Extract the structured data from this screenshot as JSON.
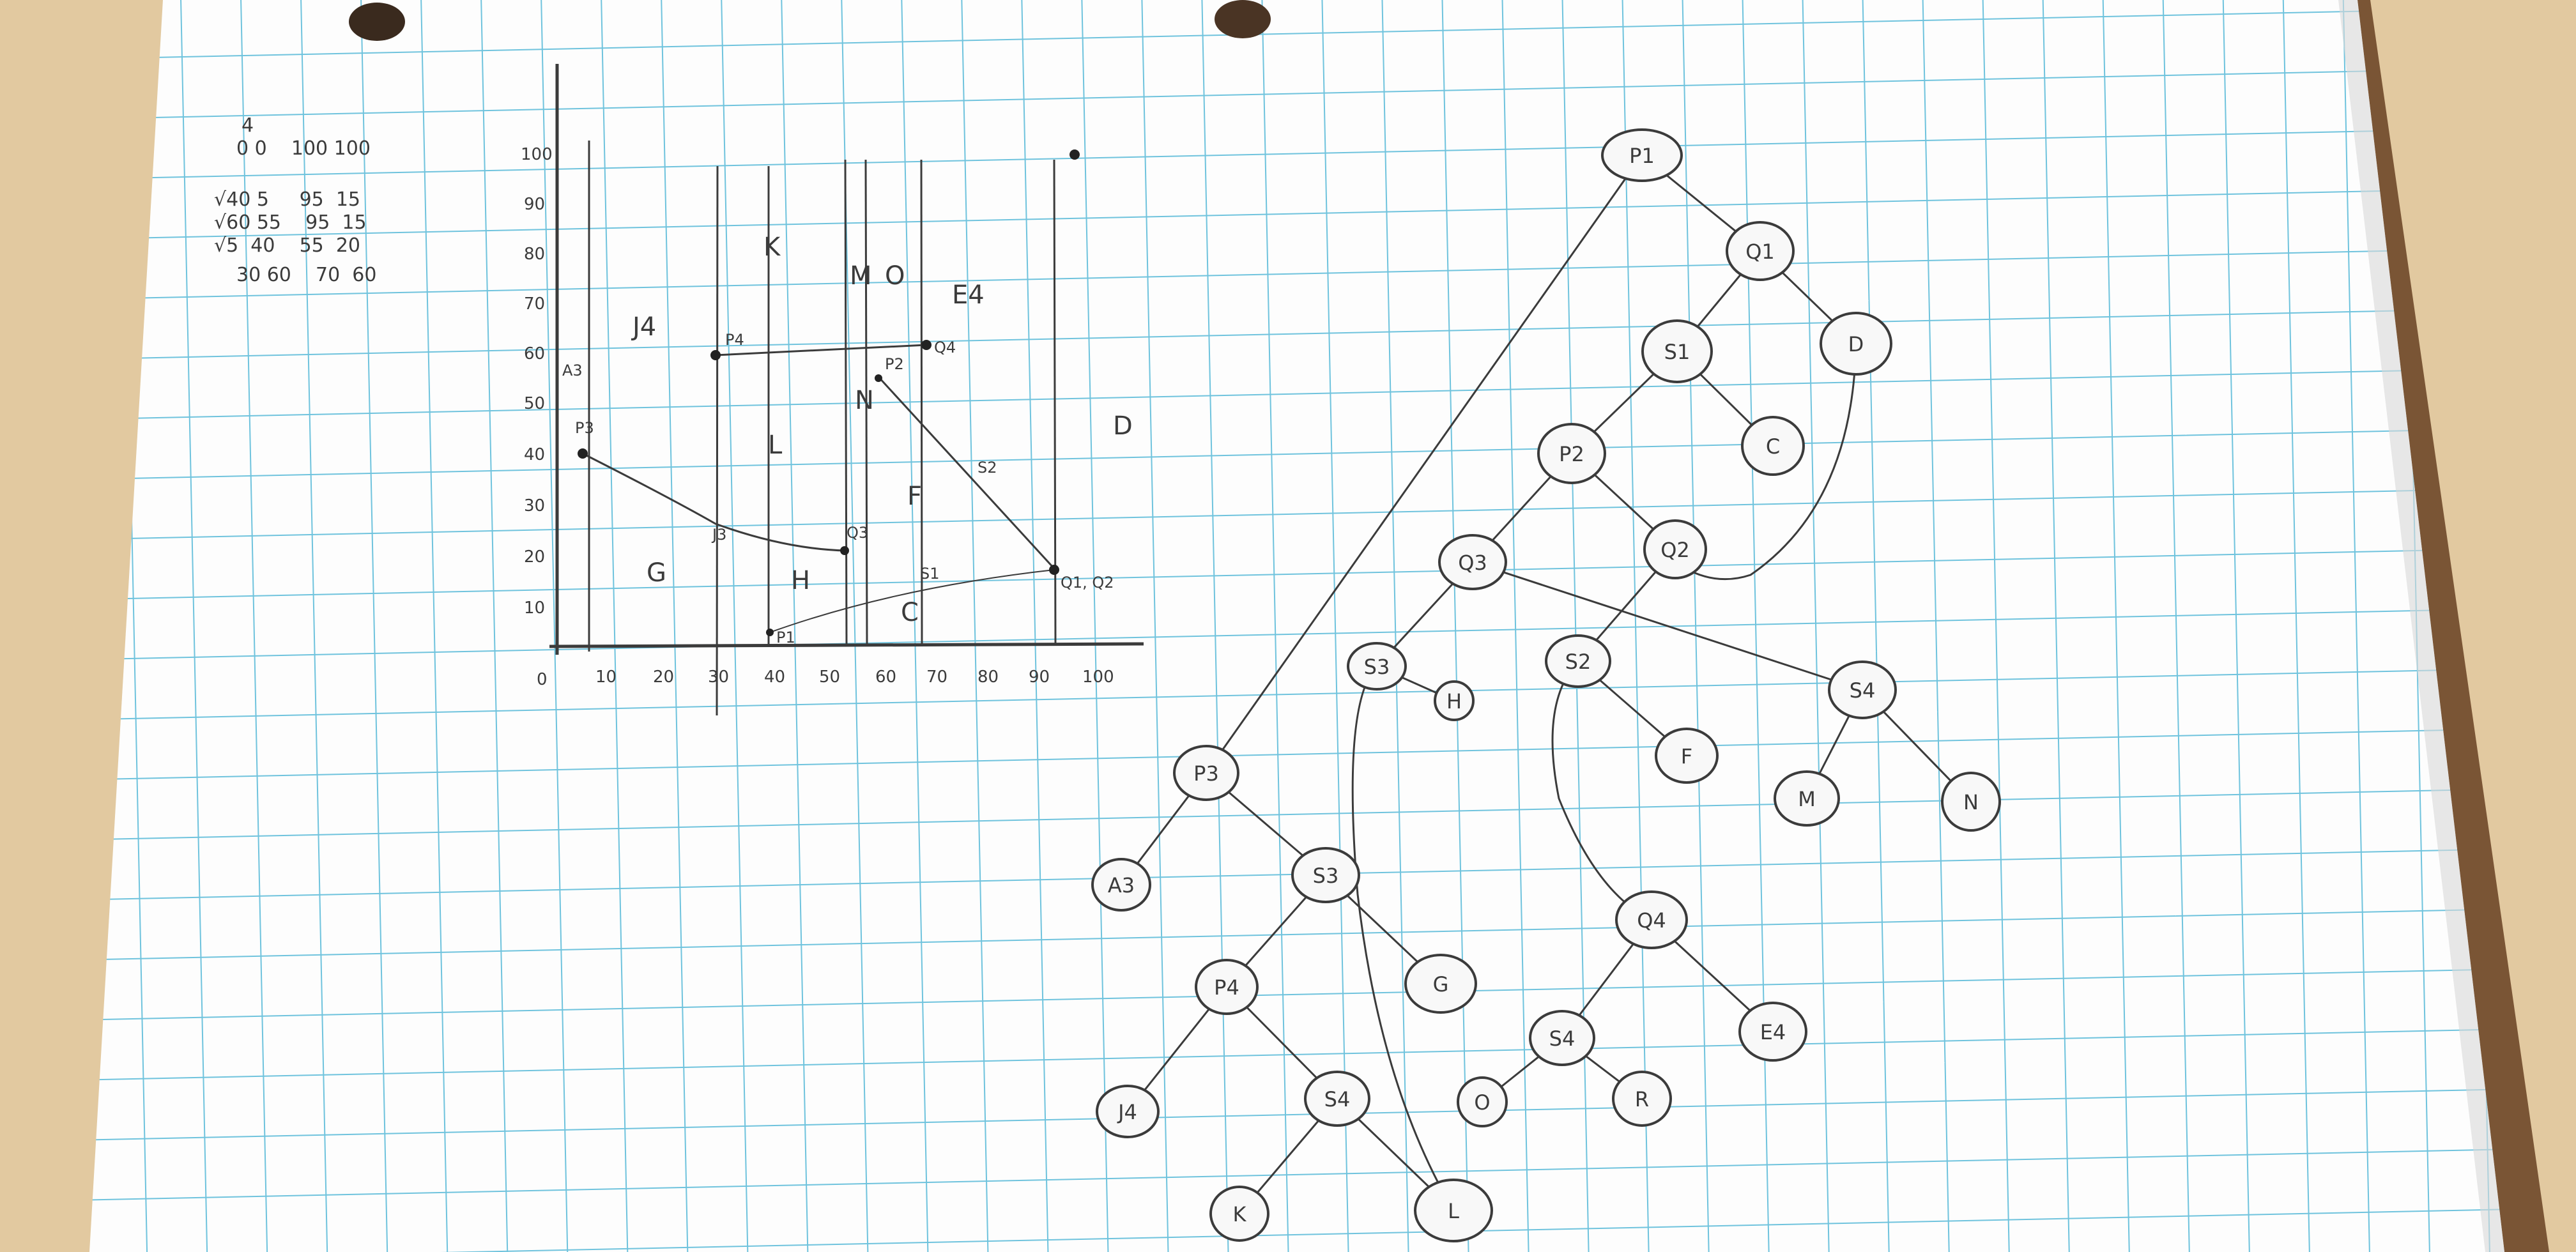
{
  "notes": {
    "count": "4",
    "bounds": "0 0    100 100",
    "rows": [
      "√40 5     95  15",
      "√60 55    95  15",
      "√5  40    55  20",
      "30 60    70  60"
    ]
  },
  "graph": {
    "y_ticks": [
      "100",
      "90",
      "80",
      "70",
      "60",
      "50",
      "40",
      "30",
      "20",
      "10"
    ],
    "x_ticks": [
      "0",
      "10",
      "20",
      "30",
      "40",
      "50",
      "60",
      "70",
      "80",
      "90",
      "100"
    ],
    "point_labels": [
      "P4",
      "Q4",
      "P2",
      "P3",
      "Q3",
      "Q1, Q2",
      "P1",
      "A3",
      "S1",
      "S2",
      "J3"
    ],
    "region_labels": [
      "K",
      "M",
      "O",
      "E4",
      "J4",
      "L",
      "N",
      "D",
      "F",
      "G",
      "H",
      "C"
    ]
  },
  "tree": {
    "nodes": [
      "P1",
      "Q1",
      "S1",
      "D",
      "P2",
      "C",
      "Q3",
      "Q2",
      "S3",
      "H",
      "S2",
      "S4",
      "F",
      "M",
      "N",
      "P3",
      "A3",
      "S3",
      "G",
      "P4",
      "J4",
      "S4",
      "K",
      "L",
      "Q4",
      "S4",
      "E4",
      "O",
      "R"
    ]
  },
  "colors": {
    "desk": "#e2c9a0",
    "paper": "#fdfdfd",
    "grid": "#6fc3dd",
    "pencil": "#3b3b3b",
    "board_edge": "#7a5535"
  }
}
